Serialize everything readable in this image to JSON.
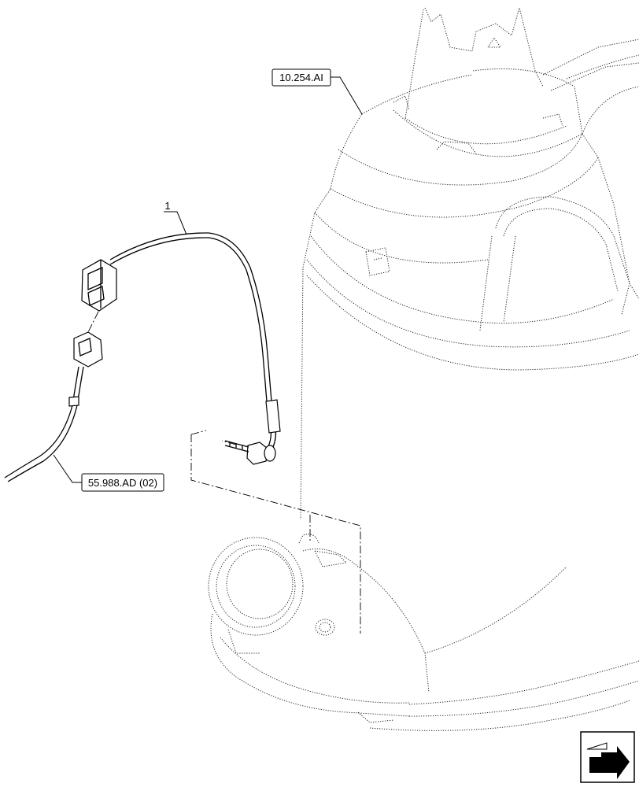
{
  "callouts": {
    "ref_top": "10.254.AI",
    "ref_bottom": "55.988.AD (02)",
    "item_number": "1"
  },
  "nav_icon": "next-page-arrow-icon"
}
